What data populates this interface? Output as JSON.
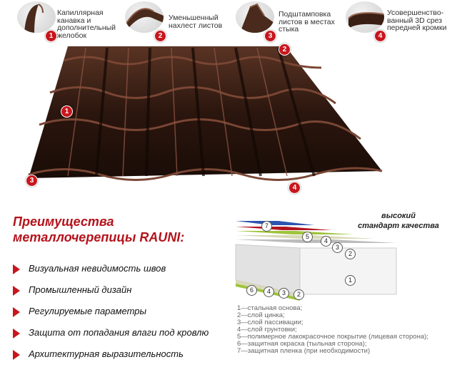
{
  "features": [
    {
      "number": "1",
      "lines": [
        "Капиллярная",
        "канавка и",
        "дополнительный",
        "желобок"
      ]
    },
    {
      "number": "2",
      "lines": [
        "Уменьшенный",
        "нахлест листов"
      ]
    },
    {
      "number": "3",
      "lines": [
        "Подштамповка",
        "листов в местах",
        "стыка"
      ]
    },
    {
      "number": "4",
      "lines": [
        "Усовершенство-",
        "ванный 3D срез",
        "передней кромки"
      ]
    }
  ],
  "tile_markers": [
    "1",
    "2",
    "3",
    "4"
  ],
  "tile_color": "#3a1f14",
  "advantages": {
    "title_lines": [
      "Преимущества",
      "металлочерепицы RAUNI:"
    ],
    "items": [
      "Визуальная невидимость швов",
      "Промышленный дизайн",
      "Регулируемые параметры",
      "Защита от попадания влаги под кровлю",
      "Архитектурная выразительность"
    ],
    "accent_color": "#c8161d"
  },
  "quality": {
    "lines": [
      "высокий",
      "стандарт качества"
    ]
  },
  "layer_labels": [
    "7",
    "5",
    "4",
    "3",
    "2",
    "1",
    "6",
    "4",
    "3",
    "2"
  ],
  "legend": [
    "1—стальная основа;",
    "2—слой цинка;",
    "3—слой пассивации;",
    "4—слой грунтовки;",
    "5—полимерное лакокрасочное покрытие (лицевая сторона);",
    "6—защитная окраска (тыльная сторона);",
    "7—защитная пленка (при необходимости)"
  ]
}
